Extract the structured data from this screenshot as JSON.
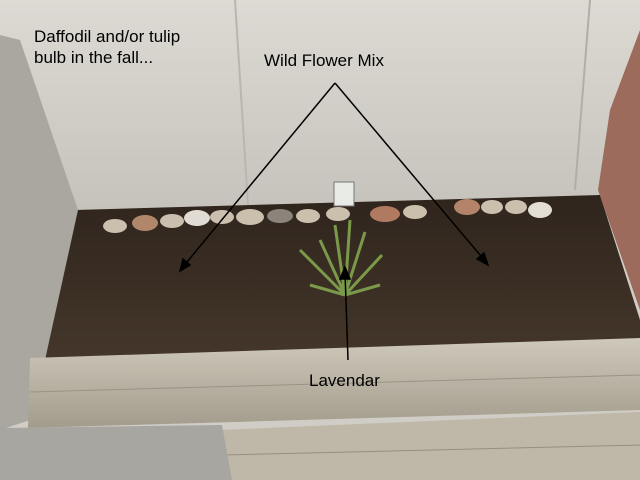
{
  "annotations": {
    "bulbs": "Daffodil and/or tulip bulb in the fall...",
    "wildflower": "Wild Flower Mix",
    "lavender": "Lavendar"
  },
  "colors": {
    "wall": "#d3d1c9",
    "soil": "#3b2e24",
    "timber": "#b9b3a6",
    "arrow": "#000000"
  }
}
